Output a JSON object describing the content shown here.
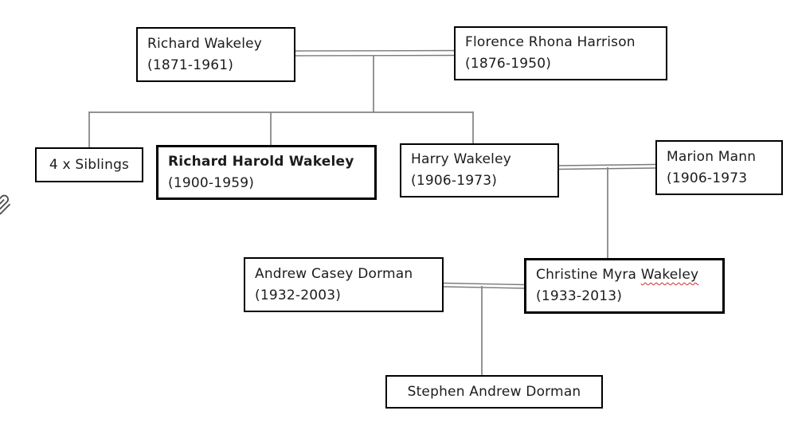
{
  "colors": {
    "background": "#ffffff",
    "box_border": "#000000",
    "text": "#1c1c1c",
    "connector_line": "#7f7f7f",
    "spellcheck_underline": "#cc2f2e"
  },
  "nodes": [
    {
      "id": "richard-wakeley",
      "name": "Richard Wakeley",
      "dates": "(1871-1961)"
    },
    {
      "id": "florence-rhona-harrison",
      "name": "Florence Rhona Harrison",
      "dates": "(1876-1950)"
    },
    {
      "id": "siblings",
      "name": "4 x Siblings"
    },
    {
      "id": "richard-harold-wakeley",
      "name": "Richard Harold Wakeley",
      "dates": "(1900-1959)",
      "bold_name": true
    },
    {
      "id": "harry-wakeley",
      "name": "Harry Wakeley",
      "dates": "(1906-1973)"
    },
    {
      "id": "marion-mann",
      "name": "Marion Mann",
      "dates": "(1906-1973"
    },
    {
      "id": "andrew-casey-dorman",
      "name": "Andrew Casey Dorman",
      "dates": "(1932-2003)"
    },
    {
      "id": "christine-myra-wakeley",
      "name_prefix": "Christine Myra ",
      "name_flagged": "Wakeley",
      "dates": "(1933-2013)"
    },
    {
      "id": "stephen-andrew-dorman",
      "name": "Stephen Andrew Dorman"
    }
  ],
  "relationships": {
    "marriages": [
      {
        "between": [
          "Richard Wakeley",
          "Florence Rhona Harrison"
        ],
        "children": [
          "4 x Siblings",
          "Richard Harold Wakeley",
          "Harry Wakeley"
        ]
      },
      {
        "between": [
          "Harry Wakeley",
          "Marion Mann"
        ],
        "children": [
          "Christine Myra Wakeley"
        ]
      },
      {
        "between": [
          "Andrew Casey Dorman",
          "Christine Myra Wakeley"
        ],
        "children": [
          "Stephen Andrew Dorman"
        ]
      }
    ]
  },
  "decorations": {
    "left_edge_icon": "paperclip"
  }
}
